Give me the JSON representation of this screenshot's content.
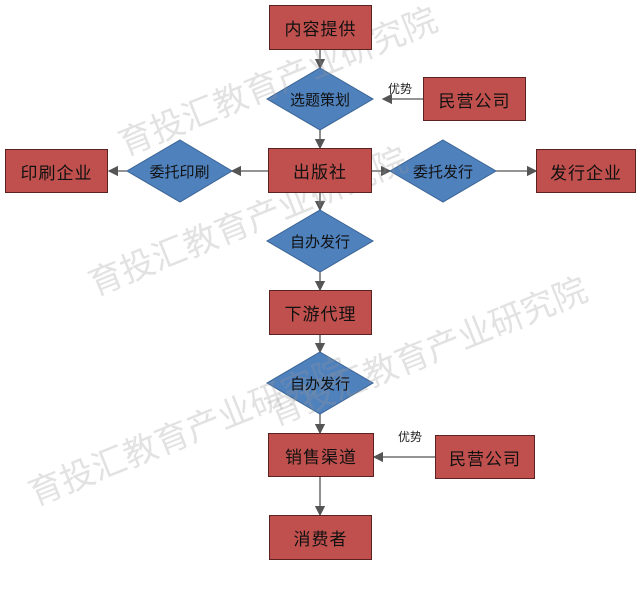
{
  "colors": {
    "box_fill": "#c0504d",
    "diamond_fill": "#4f81bd",
    "connector": "#555555"
  },
  "nodes": {
    "content_provider": "内容提供",
    "topic_planning": "选题策划",
    "private_company_top": "民营公司",
    "printing_company": "印刷企业",
    "commission_printing": "委托印刷",
    "publisher": "出版社",
    "commission_distribution": "委托发行",
    "distribution_company": "发行企业",
    "self_distribution_1": "自办发行",
    "downstream_agent": "下游代理",
    "self_distribution_2": "自办发行",
    "sales_channel": "销售渠道",
    "private_company_bottom": "民营公司",
    "consumer": "消费者"
  },
  "edge_labels": {
    "advantage_top": "优势",
    "advantage_bottom": "优势"
  },
  "watermark": "育投汇教育产业研究院"
}
